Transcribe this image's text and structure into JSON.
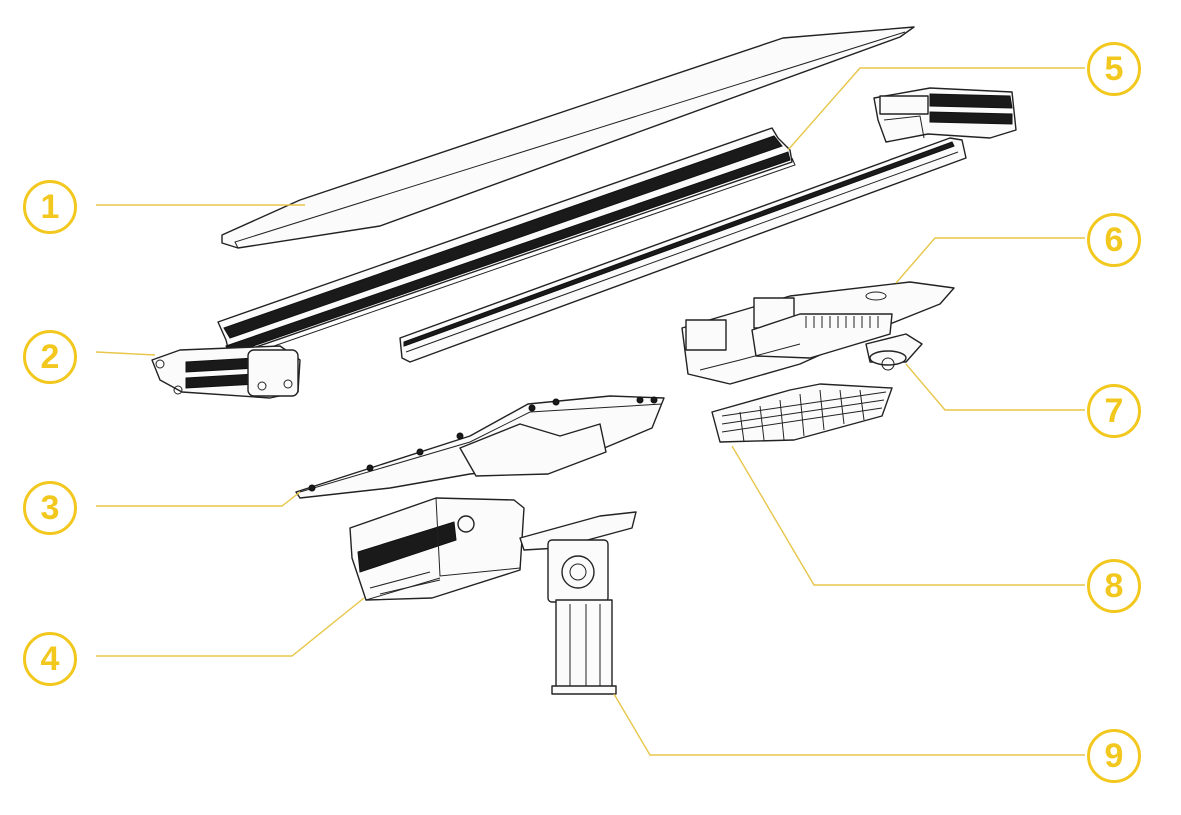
{
  "diagram": {
    "accent_color": "#F2C81F",
    "callouts": [
      {
        "label": "1",
        "part": "solar-panel"
      },
      {
        "label": "2",
        "part": "left-end-cap"
      },
      {
        "label": "3",
        "part": "mounting-plate"
      },
      {
        "label": "4",
        "part": "battery-box"
      },
      {
        "label": "5",
        "part": "heatsink-frame"
      },
      {
        "label": "6",
        "part": "lamp-housing"
      },
      {
        "label": "7",
        "part": "sensor-module"
      },
      {
        "label": "8",
        "part": "led-module"
      },
      {
        "label": "9",
        "part": "pole-bracket"
      }
    ]
  }
}
